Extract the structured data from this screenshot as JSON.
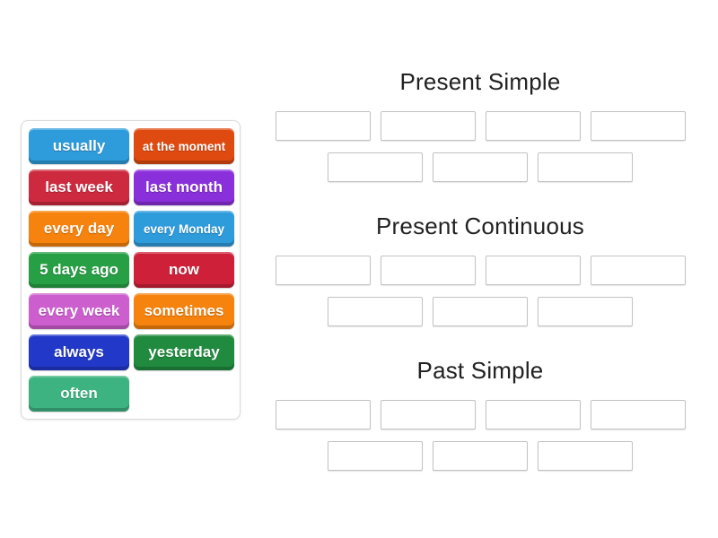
{
  "word_bank": {
    "tiles": [
      {
        "label": "usually",
        "color": "#2E9BDB"
      },
      {
        "label": "at the moment",
        "color": "#DF4A10"
      },
      {
        "label": "last week",
        "color": "#CE2A3F"
      },
      {
        "label": "last month",
        "color": "#8A30DA"
      },
      {
        "label": "every day",
        "color": "#F5830D"
      },
      {
        "label": "every Monday",
        "color": "#2E9BDB"
      },
      {
        "label": "5 days ago",
        "color": "#27A045"
      },
      {
        "label": "now",
        "color": "#CE2139"
      },
      {
        "label": "every week",
        "color": "#CC5ECE"
      },
      {
        "label": "sometimes",
        "color": "#F5830D"
      },
      {
        "label": "always",
        "color": "#2238C8"
      },
      {
        "label": "yesterday",
        "color": "#208B3E"
      },
      {
        "label": "often",
        "color": "#3CB380"
      }
    ]
  },
  "groups": [
    {
      "title": "Present Simple",
      "slots": 7
    },
    {
      "title": "Present Continuous",
      "slots": 7
    },
    {
      "title": "Past Simple",
      "slots": 7
    }
  ],
  "colors": {
    "background": "#FFFFFF",
    "heading_text": "#212121",
    "tile_text": "#FFFFFF",
    "slot_border": "#C2C2C2",
    "panel_border": "#D9D9D9"
  }
}
